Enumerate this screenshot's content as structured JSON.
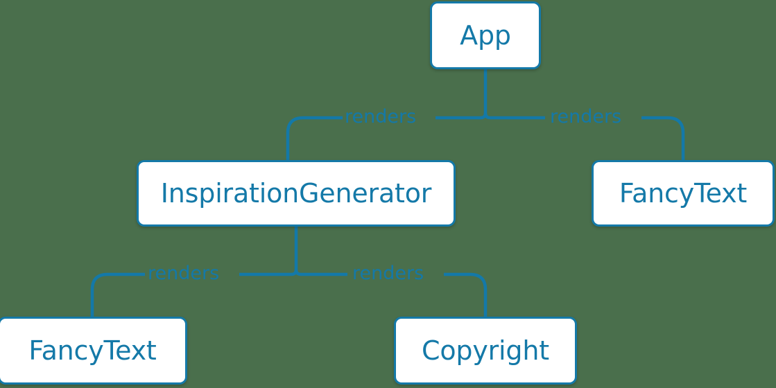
{
  "diagram": {
    "type": "component-tree",
    "background_color": "#4a6f4c",
    "accent_color": "#1479a8",
    "node_fill_color": "#ffffff",
    "nodes": [
      {
        "id": "app",
        "label": "App"
      },
      {
        "id": "inspgen",
        "label": "InspirationGenerator"
      },
      {
        "id": "fancy-right",
        "label": "FancyText"
      },
      {
        "id": "fancy-left",
        "label": "FancyText"
      },
      {
        "id": "copyright",
        "label": "Copyright"
      }
    ],
    "edges": [
      {
        "id": "app-inspgen",
        "from": "App",
        "to": "InspirationGenerator",
        "label": "renders"
      },
      {
        "id": "app-fancy",
        "from": "App",
        "to": "FancyText",
        "label": "renders"
      },
      {
        "id": "ig-fancy",
        "from": "InspirationGenerator",
        "to": "FancyText",
        "label": "renders"
      },
      {
        "id": "ig-copyright",
        "from": "InspirationGenerator",
        "to": "Copyright",
        "label": "renders"
      }
    ]
  }
}
